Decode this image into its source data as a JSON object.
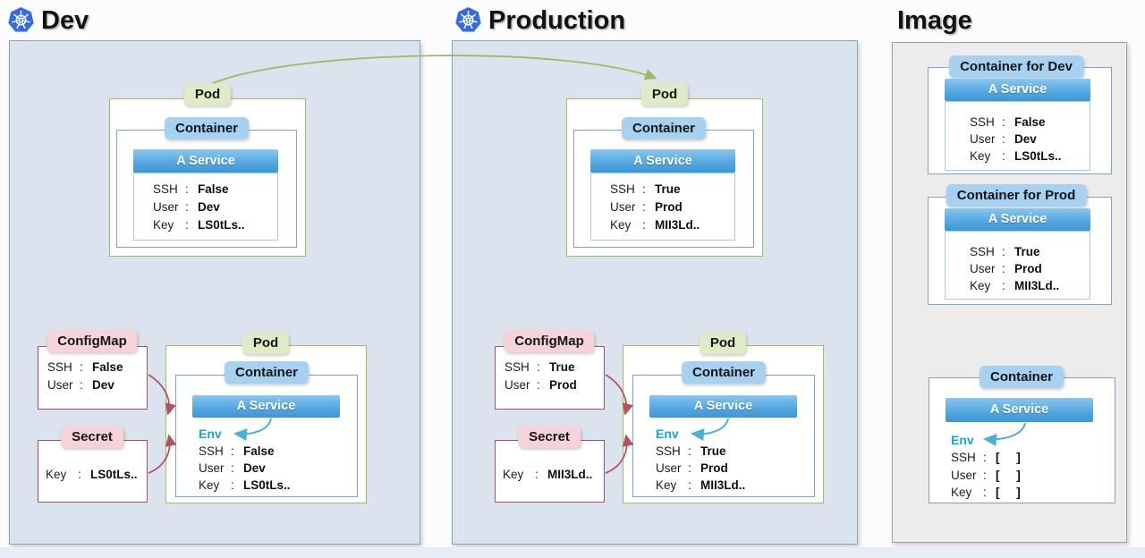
{
  "titles": {
    "dev": "Dev",
    "production": "Production",
    "image": "Image"
  },
  "colors": {
    "panel_blue": "#dbe4ee",
    "panel_gray": "#ececec",
    "pod_tag_green": "#e1eac6",
    "container_tag_blue": "#a7d1f0",
    "pink_tag": "#f6d3d8",
    "service_gradient_top": "#8ac6f0",
    "service_gradient_bottom": "#3e96d6",
    "pod_border_green": "#9cbc5e",
    "container_border_blue": "#78a7ca",
    "red_border": "#a9525e",
    "env_blue": "#15a2e6",
    "arrow_green": "#9cba5e",
    "arrow_red": "#b5525c",
    "arrow_teal": "#49b0d5",
    "kubernetes_blue": "#326ce5"
  },
  "dev": {
    "top_pod": {
      "pod": "Pod",
      "container": "Container",
      "service": "A Service",
      "rows": [
        {
          "label": "SSH",
          "value": "False"
        },
        {
          "label": "User",
          "value": "Dev"
        },
        {
          "label": "Key",
          "value": "LS0tLs.."
        }
      ]
    },
    "configmap": {
      "title": "ConfigMap",
      "rows": [
        {
          "label": "SSH",
          "value": "False"
        },
        {
          "label": "User",
          "value": "Dev"
        }
      ]
    },
    "secret": {
      "title": "Secret",
      "rows": [
        {
          "label": "Key",
          "value": "LS0tLs.."
        }
      ]
    },
    "bottom_pod": {
      "pod": "Pod",
      "container": "Container",
      "service": "A Service",
      "env": "Env",
      "rows": [
        {
          "label": "SSH",
          "value": "False"
        },
        {
          "label": "User",
          "value": "Dev"
        },
        {
          "label": "Key",
          "value": "LS0tLs.."
        }
      ]
    }
  },
  "production": {
    "top_pod": {
      "pod": "Pod",
      "container": "Container",
      "service": "A Service",
      "rows": [
        {
          "label": "SSH",
          "value": "True"
        },
        {
          "label": "User",
          "value": "Prod"
        },
        {
          "label": "Key",
          "value": "MII3Ld.."
        }
      ]
    },
    "configmap": {
      "title": "ConfigMap",
      "rows": [
        {
          "label": "SSH",
          "value": "True"
        },
        {
          "label": "User",
          "value": "Prod"
        }
      ]
    },
    "secret": {
      "title": "Secret",
      "rows": [
        {
          "label": "Key",
          "value": "MII3Ld.."
        }
      ]
    },
    "bottom_pod": {
      "pod": "Pod",
      "container": "Container",
      "service": "A Service",
      "env": "Env",
      "rows": [
        {
          "label": "SSH",
          "value": "True"
        },
        {
          "label": "User",
          "value": "Prod"
        },
        {
          "label": "Key",
          "value": "MII3Ld.."
        }
      ]
    }
  },
  "image_panel": {
    "container_for_dev": {
      "title": "Container for Dev",
      "service": "A Service",
      "rows": [
        {
          "label": "SSH",
          "value": "False"
        },
        {
          "label": "User",
          "value": "Dev"
        },
        {
          "label": "Key",
          "value": "LS0tLs.."
        }
      ]
    },
    "container_for_prod": {
      "title": "Container for Prod",
      "service": "A Service",
      "rows": [
        {
          "label": "SSH",
          "value": "True"
        },
        {
          "label": "User",
          "value": "Prod"
        },
        {
          "label": "Key",
          "value": "MII3Ld.."
        }
      ]
    },
    "container_template": {
      "title": "Container",
      "service": "A Service",
      "env": "Env",
      "rows": [
        {
          "label": "SSH",
          "value": "[     ]"
        },
        {
          "label": "User",
          "value": "[     ]"
        },
        {
          "label": "Key",
          "value": "[     ]"
        }
      ]
    }
  }
}
